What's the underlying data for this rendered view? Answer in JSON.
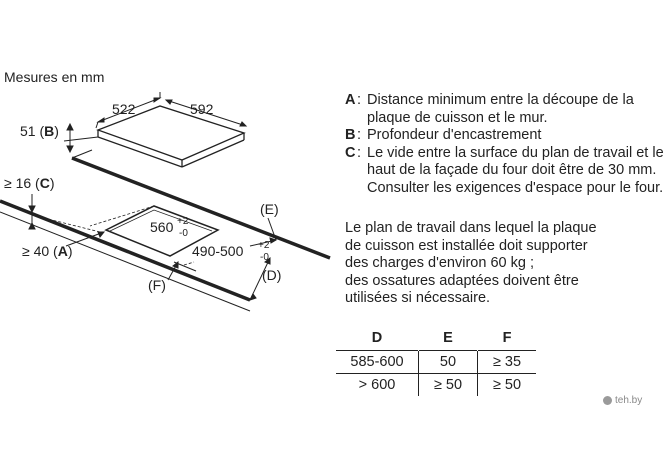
{
  "header": {
    "units_label": "Mesures en mm"
  },
  "diagram": {
    "dim_width": "522",
    "dim_depth": "592",
    "label_51": "51 (",
    "label_51_key": "B",
    "label_51_close": ")",
    "label_16": "≥ 16 (",
    "label_16_key": "C",
    "label_16_close": ")",
    "label_40": "≥ 40 (",
    "label_40_key": "A",
    "label_40_close": ")",
    "cutout_width": "560",
    "cutout_width_tol_plus": "+2",
    "cutout_width_tol_minus": "-0",
    "cutout_depth": "490-500",
    "cutout_depth_tol_plus": "+2",
    "cutout_depth_tol_minus": "-0",
    "label_E": "(E)",
    "label_D": "(D)",
    "label_F": "(F)"
  },
  "legend": [
    {
      "key": "A",
      "text": "Distance minimum entre la découpe de la plaque de cuisson et le mur."
    },
    {
      "key": "B",
      "text": "Profondeur d'encastrement"
    },
    {
      "key": "C",
      "text": "Le vide entre la surface du plan de travail et le haut de la façade du four doit être de 30 mm. Consulter les exigences d'espace pour le four."
    }
  ],
  "note": {
    "line1": "Le plan de travail dans lequel la plaque",
    "line2": "de cuisson est installée doit supporter",
    "line3": "des charges d'environ 60 kg ;",
    "line4": "des ossatures adaptées doivent être",
    "line5": "utilisées si nécessaire."
  },
  "table": {
    "headers": [
      "D",
      "E",
      "F"
    ],
    "rows": [
      [
        "585-600",
        "50",
        "≥ 35"
      ],
      [
        "> 600",
        "≥ 50",
        "≥ 50"
      ]
    ]
  },
  "watermark": {
    "text": "teh.by"
  }
}
